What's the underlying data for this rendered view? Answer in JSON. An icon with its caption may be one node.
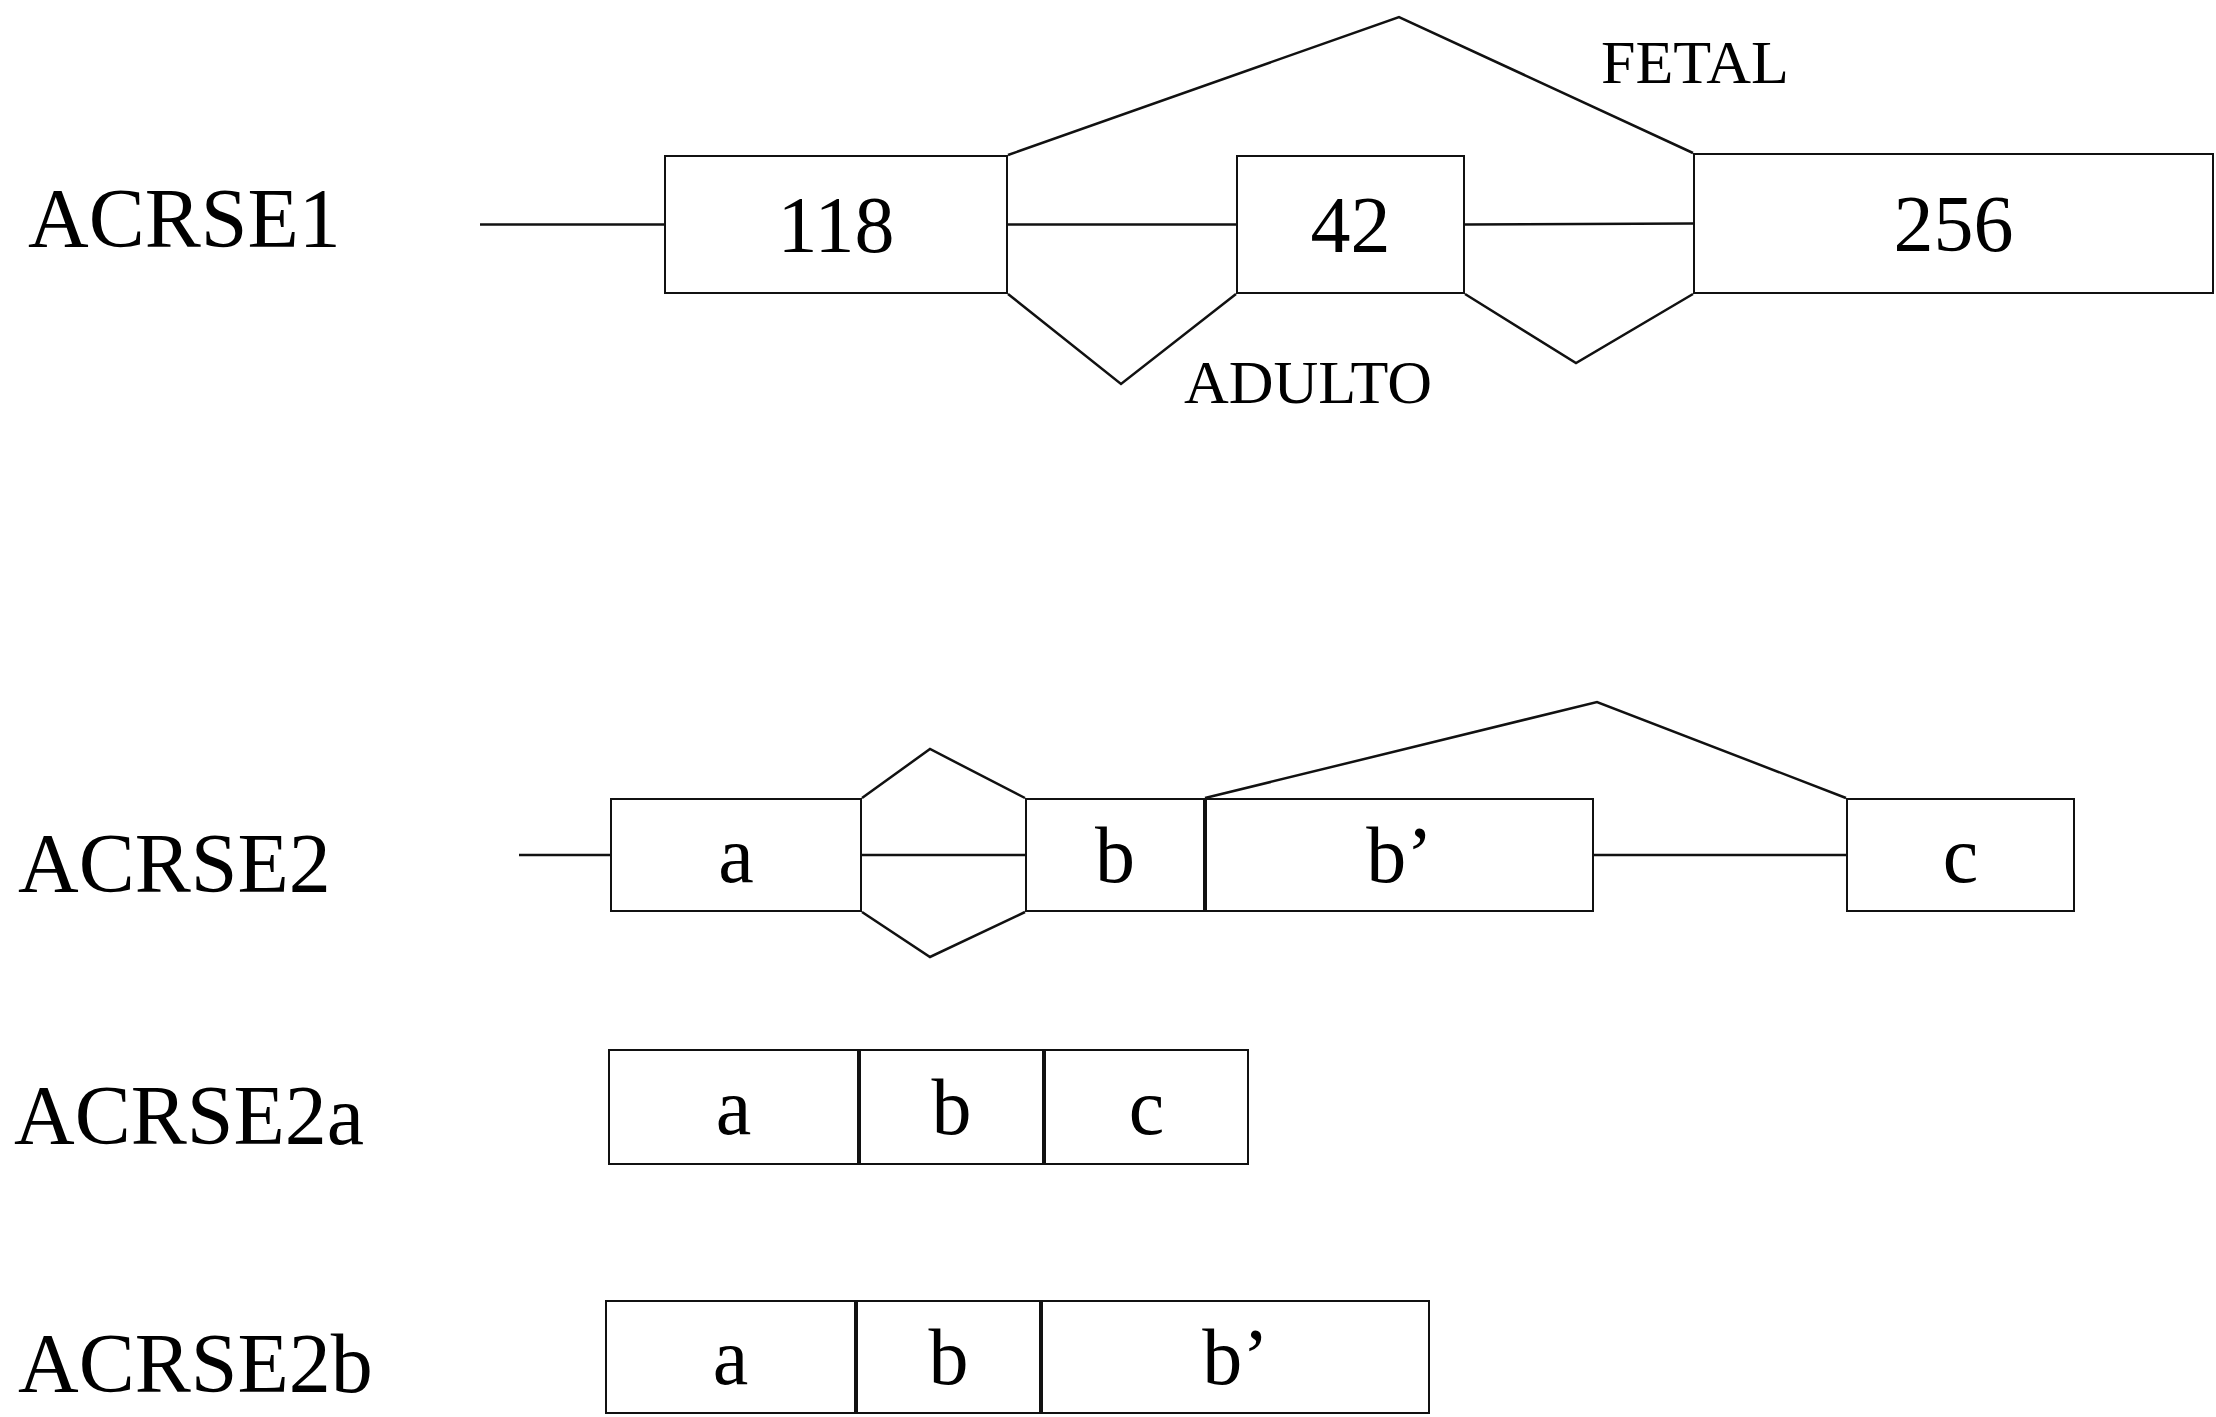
{
  "diagram": {
    "nodes": [
      {
        "text": [
          "118"
        ]
      },
      {
        "text": [
          "42"
        ]
      },
      {
        "text": [
          "256"
        ]
      },
      {
        "text": [
          "a"
        ]
      },
      {
        "text": [
          "b"
        ]
      },
      {
        "text": [
          "b’"
        ]
      },
      {
        "text": [
          "c"
        ]
      },
      {
        "text": [
          "a"
        ]
      },
      {
        "text": [
          "b"
        ]
      },
      {
        "text": [
          "c"
        ]
      },
      {
        "text": [
          "a"
        ]
      },
      {
        "text": [
          "b"
        ]
      },
      {
        "text": [
          "b’"
        ]
      }
    ],
    "edges": [
      {
        "from": null,
        "to": 0,
        "arrow": "none"
      },
      {
        "from": 0,
        "to": 1,
        "arrow": "none"
      },
      {
        "from": 1,
        "to": 2,
        "arrow": "none"
      },
      {
        "from": 0,
        "to": 2,
        "arrow": "none"
      },
      {
        "from": 0,
        "to": 1,
        "arrow": "none"
      },
      {
        "from": 1,
        "to": 2,
        "arrow": "none"
      },
      {
        "from": null,
        "to": 3,
        "arrow": "none"
      },
      {
        "from": 3,
        "to": 4,
        "arrow": "none"
      },
      {
        "from": 3,
        "to": 4,
        "arrow": "none"
      },
      {
        "from": 3,
        "to": 4,
        "arrow": "none"
      },
      {
        "from": 5,
        "to": 6,
        "arrow": "none"
      },
      {
        "from": 5,
        "to": 6,
        "arrow": "none"
      }
    ],
    "labels": [
      "ACRSE1",
      "FETAL",
      "ADULTO",
      "ACRSE2",
      "ACRSE2a",
      "ACRSE2b"
    ]
  }
}
